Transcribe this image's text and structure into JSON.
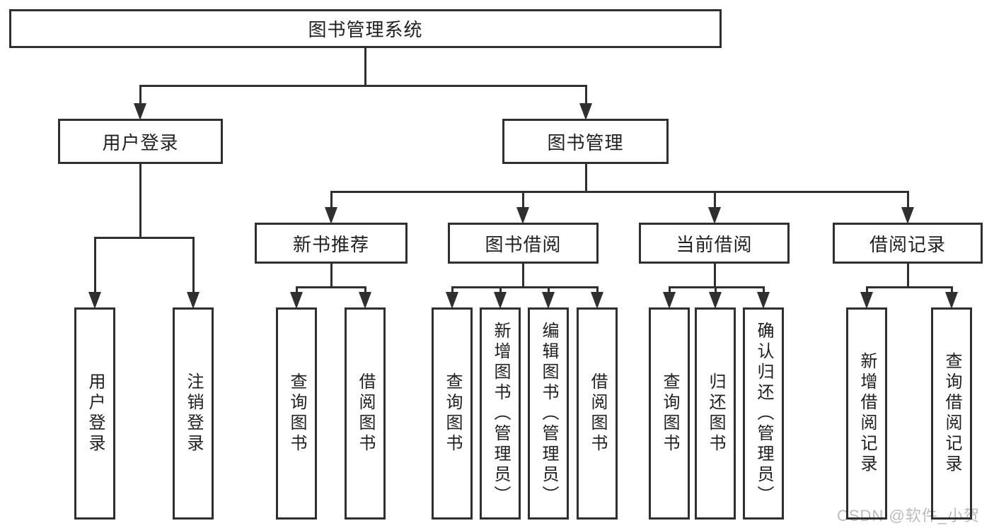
{
  "tree": {
    "root": {
      "label": "图书管理系统"
    },
    "branches": [
      {
        "label": "用户登录",
        "children": [
          {
            "label": "用户登录"
          },
          {
            "label": "注销登录"
          }
        ]
      },
      {
        "label": "图书管理",
        "children": [
          {
            "label": "新书推荐",
            "children": [
              {
                "label": "查询图书"
              },
              {
                "label": "借阅图书"
              }
            ]
          },
          {
            "label": "图书借阅",
            "children": [
              {
                "label": "查询图书"
              },
              {
                "label": "新增图书（管理员）"
              },
              {
                "label": "编辑图书（管理员）"
              },
              {
                "label": "借阅图书"
              }
            ]
          },
          {
            "label": "当前借阅",
            "children": [
              {
                "label": "查询图书"
              },
              {
                "label": "归还图书"
              },
              {
                "label": "确认归还（管理员）"
              }
            ]
          },
          {
            "label": "借阅记录",
            "children": [
              {
                "label": "新增借阅记录"
              },
              {
                "label": "查询借阅记录"
              }
            ]
          }
        ]
      }
    ]
  },
  "watermark": {
    "text": "CSDN @软件_小贺同学"
  },
  "colors": {
    "line": "#2f2f2f",
    "text": "#1f1f1f",
    "watermark": "#bbbbbb",
    "background": "#ffffff"
  }
}
